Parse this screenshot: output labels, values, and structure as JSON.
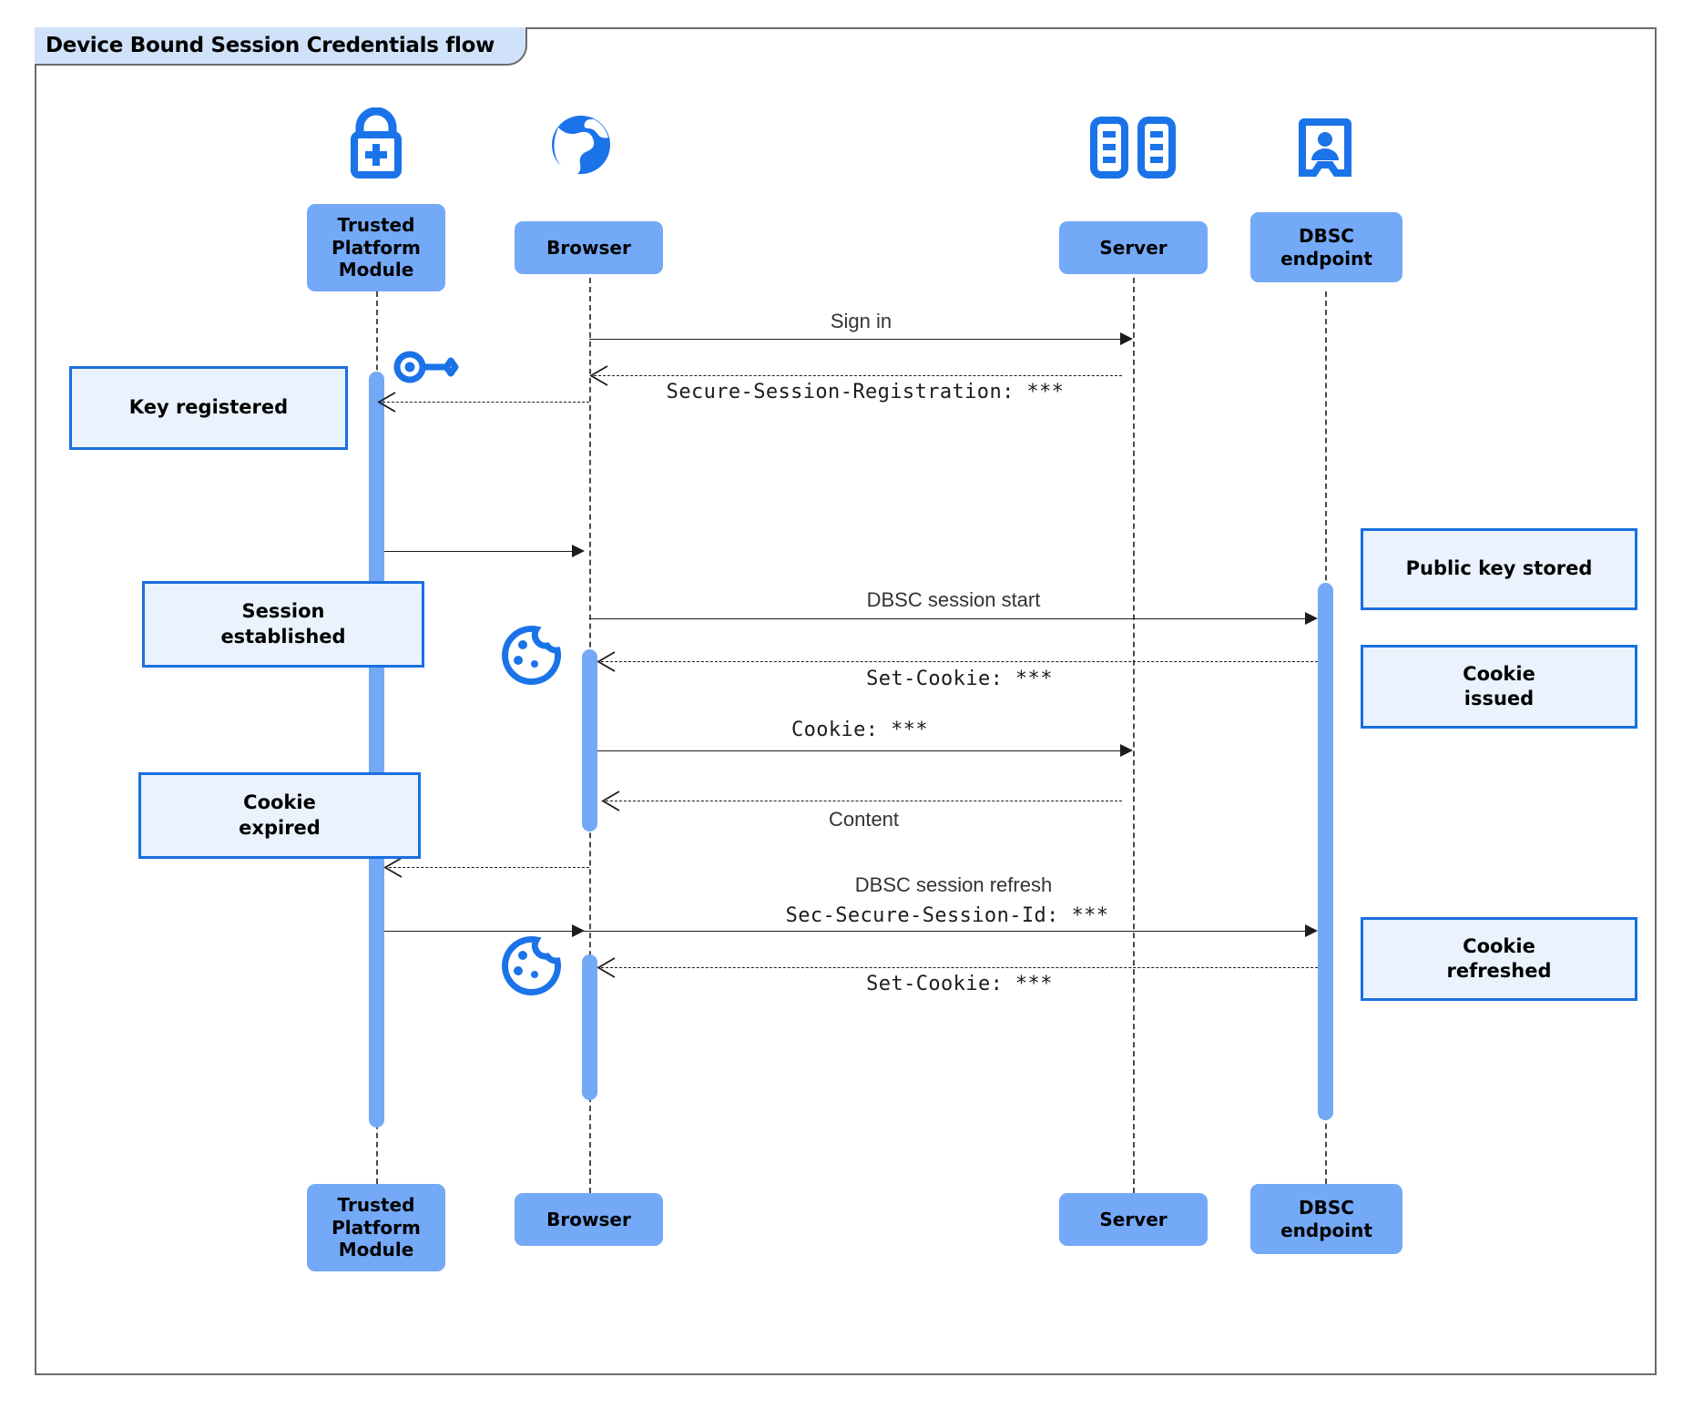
{
  "diagram": {
    "title": "Device Bound Session Credentials flow",
    "type": "uml-sequence-diagram",
    "colors": {
      "participant_fill": "#73a9f7",
      "note_fill": "#eaf2fd",
      "note_border": "#1a6fe0",
      "icon_blue": "#1a73e8",
      "frame_border": "#6b6b6b",
      "frame_tab_fill": "#cfe2fa",
      "lifeline": "#4a4a4a"
    }
  },
  "participants": [
    {
      "id": "tpm",
      "label": "Trusted\nPlatform\nModule",
      "icon": "lock-plus-icon"
    },
    {
      "id": "browser",
      "label": "Browser",
      "icon": "globe-icon"
    },
    {
      "id": "server",
      "label": "Server",
      "icon": "server-racks-icon"
    },
    {
      "id": "dbsc",
      "label": "DBSC\nendpoint",
      "icon": "id-badge-icon"
    }
  ],
  "participants_bottom": [
    {
      "id": "tpm",
      "label": "Trusted\nPlatform\nModule"
    },
    {
      "id": "browser",
      "label": "Browser"
    },
    {
      "id": "server",
      "label": "Server"
    },
    {
      "id": "dbsc",
      "label": "DBSC\nendpoint"
    }
  ],
  "messages": [
    {
      "id": "m1",
      "label": "Sign in",
      "style": "sans",
      "from": "browser",
      "to": "server",
      "line": "solid",
      "arrow": "filled"
    },
    {
      "id": "m2",
      "label": "Secure-Session-Registration: ***",
      "style": "mono",
      "from": "server",
      "to": "browser",
      "line": "dashed",
      "arrow": "open"
    },
    {
      "id": "m3",
      "label": "",
      "style": "sans",
      "from": "tpm",
      "to": "browser",
      "line": "solid",
      "arrow": "filled"
    },
    {
      "id": "m4",
      "label": "DBSC session start",
      "style": "sans",
      "from": "browser",
      "to": "dbsc",
      "line": "solid",
      "arrow": "filled"
    },
    {
      "id": "m5",
      "label": "Set-Cookie: ***",
      "style": "mono",
      "from": "dbsc",
      "to": "browser",
      "line": "dashed",
      "arrow": "open"
    },
    {
      "id": "m6",
      "label": "Cookie: ***",
      "style": "mono",
      "from": "browser",
      "to": "server",
      "line": "solid",
      "arrow": "filled"
    },
    {
      "id": "m7",
      "label": "Content",
      "style": "sans",
      "from": "server",
      "to": "browser",
      "line": "dashed",
      "arrow": "open"
    },
    {
      "id": "m8",
      "label": "DBSC session refresh",
      "style": "sans",
      "from": "browser",
      "to": "tpm",
      "line": "dashed",
      "arrow": "open"
    },
    {
      "id": "m9",
      "label": "Sec-Secure-Session-Id: ***",
      "style": "mono",
      "from": "tpm",
      "to": "dbsc",
      "line": "solid",
      "arrow": "filled"
    },
    {
      "id": "m10",
      "label": "Set-Cookie: ***",
      "style": "mono",
      "from": "dbsc",
      "to": "browser",
      "line": "dashed",
      "arrow": "open"
    }
  ],
  "notes": [
    {
      "id": "n1",
      "label": "Key registered",
      "side": "left"
    },
    {
      "id": "n2",
      "label": "Session\nestablished",
      "side": "left"
    },
    {
      "id": "n3",
      "label": "Cookie\nexpired",
      "side": "left"
    },
    {
      "id": "n4",
      "label": "Public key stored",
      "side": "right"
    },
    {
      "id": "n5",
      "label": "Cookie\nissued",
      "side": "right"
    },
    {
      "id": "n6",
      "label": "Cookie\nrefreshed",
      "side": "right"
    }
  ],
  "inline_icons": [
    {
      "id": "i1",
      "name": "key-icon",
      "near": "tpm"
    },
    {
      "id": "i2",
      "name": "cookie-icon",
      "near": "browser"
    },
    {
      "id": "i3",
      "name": "cookie-icon",
      "near": "browser"
    }
  ]
}
